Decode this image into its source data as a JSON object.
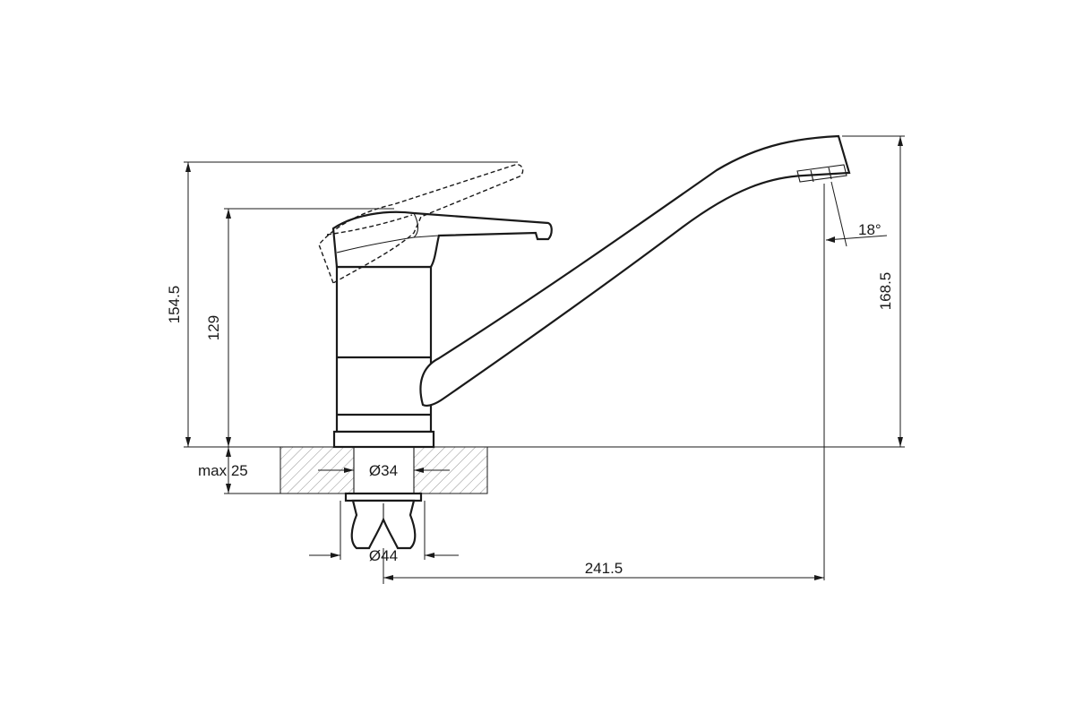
{
  "diagram": {
    "dimensions": {
      "total_height": "154.5",
      "body_height": "129",
      "spout_height": "168.5",
      "spout_angle": "18°",
      "max_thickness": "max 25",
      "hole_diameter": "Ø34",
      "nut_diameter": "Ø44",
      "spout_reach": "241.5"
    }
  }
}
